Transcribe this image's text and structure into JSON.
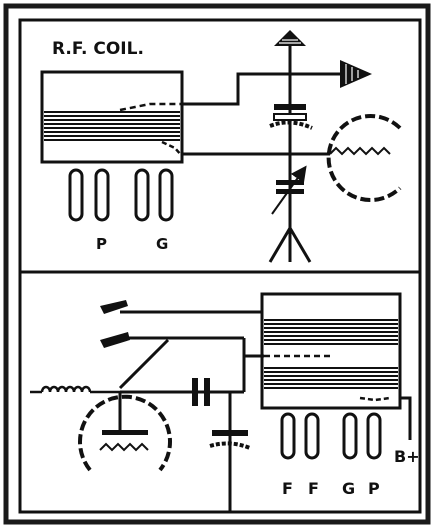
{
  "title": "R.F. COIL.",
  "top_coil_pins": [
    "P",
    "G"
  ],
  "bottom_coil_pins": [
    "F",
    "F",
    "G",
    "P"
  ],
  "supply_label": "B+",
  "colors": {
    "ink": "#111111",
    "paper": "#ffffff",
    "border": "#1a1a1a"
  }
}
